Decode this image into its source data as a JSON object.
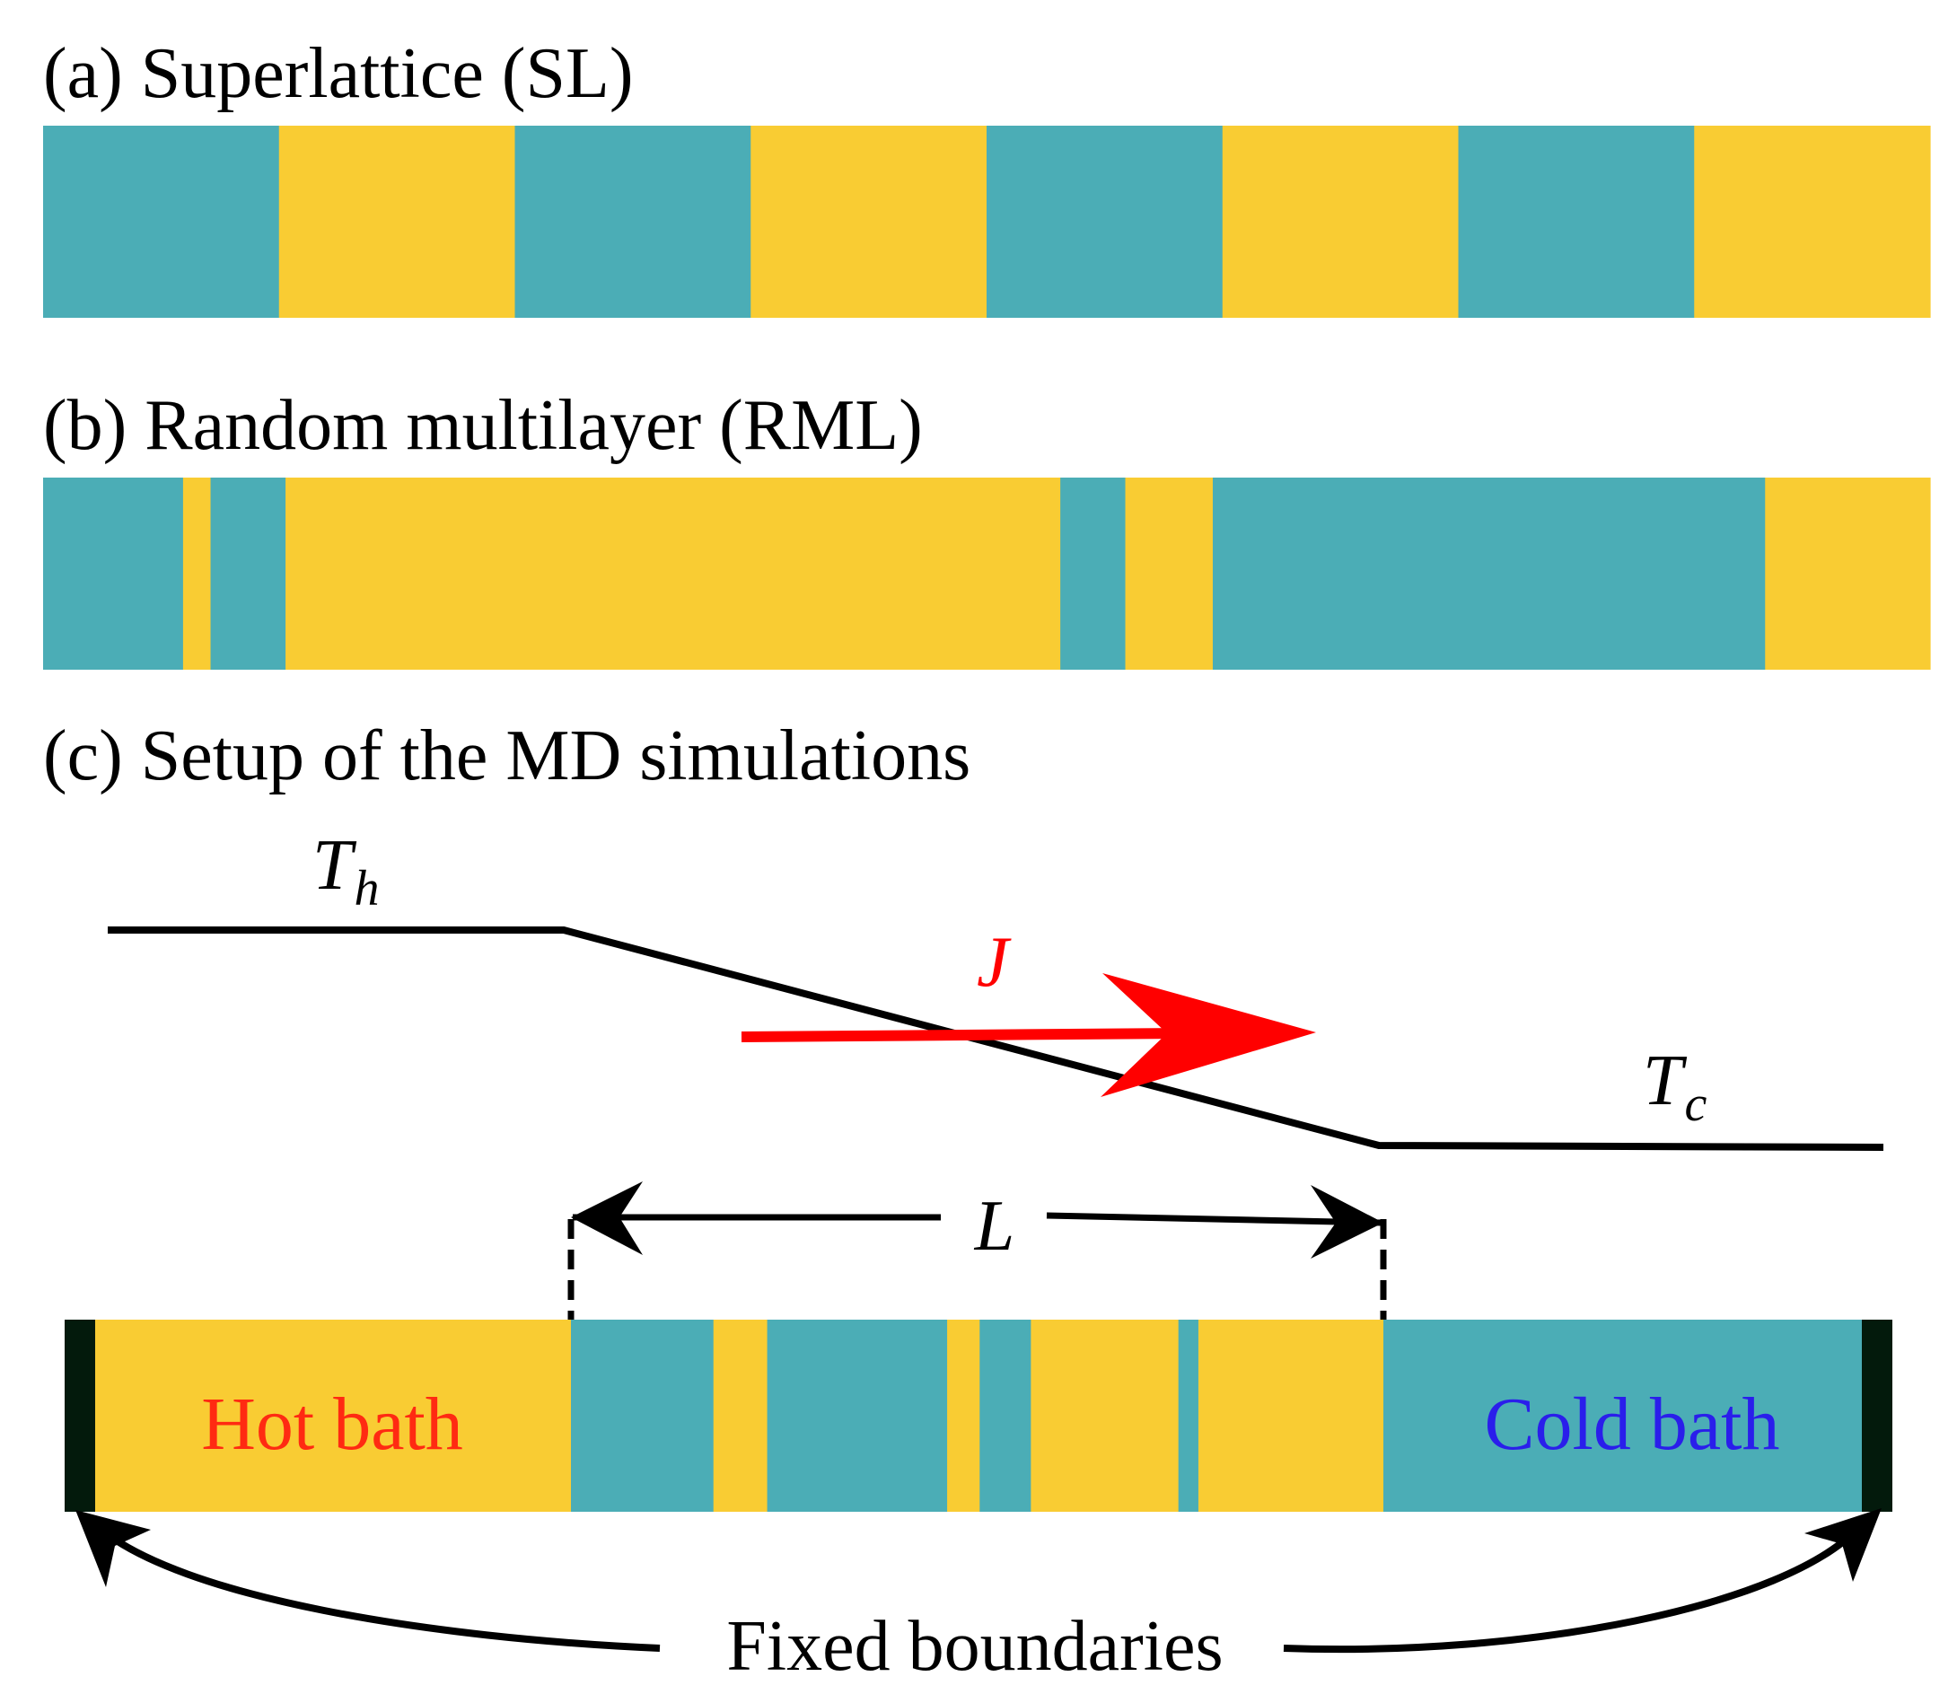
{
  "colors": {
    "material_a": "#4BADB6",
    "material_b": "#F9CC33",
    "boundary": "#031A0C",
    "flux": "#FF0000",
    "hot": "#FF2A12",
    "cold": "#2A1EEB",
    "ink": "#000000"
  },
  "panel_a": {
    "title": "(a) Superlattice (SL)",
    "layer_sequence": [
      "A",
      "B",
      "A",
      "B",
      "A",
      "B",
      "A",
      "B"
    ],
    "layer_thickness_relative": [
      1,
      1,
      1,
      1,
      1,
      1,
      1,
      1
    ]
  },
  "panel_b": {
    "title": "(b) Random multilayer (RML)",
    "layer_sequence": [
      "A",
      "B",
      "A",
      "B",
      "A",
      "B",
      "A",
      "B"
    ],
    "layer_thickness_relative": [
      1.12,
      0.22,
      0.6,
      6.2,
      0.52,
      0.7,
      4.42,
      1.32
    ]
  },
  "panel_c": {
    "title": "(c) Setup of the MD simulations",
    "temperature_hot_symbol": "T",
    "temperature_hot_subscript": "h",
    "temperature_cold_symbol": "T",
    "temperature_cold_subscript": "c",
    "flux_label": "J",
    "length_label": "L",
    "hot_bath_label": "Hot bath",
    "cold_bath_label": "Cold bath",
    "fixed_boundaries_label": "Fixed boundaries",
    "system_layer_sequence": [
      "A",
      "B",
      "A",
      "B",
      "A",
      "B",
      "A",
      "B"
    ],
    "system_layer_thickness_relative": [
      1.14,
      0.43,
      1.44,
      0.26,
      0.41,
      1.18,
      0.16,
      1.48
    ]
  }
}
